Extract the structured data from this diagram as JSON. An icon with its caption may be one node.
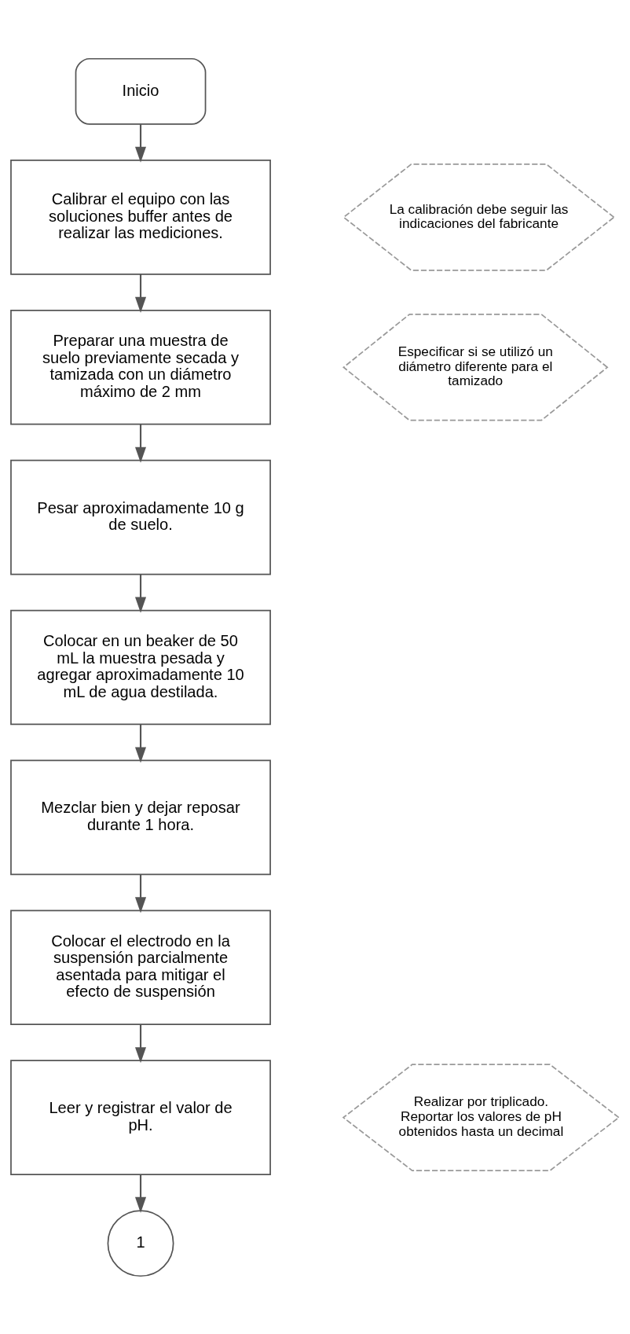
{
  "diagram": {
    "nodes": [
      {
        "text": [
          "Inicio"
        ]
      },
      {
        "text": [
          "Calibrar el equipo con las soluciones buffer antes de realizar las mediciones."
        ]
      },
      {
        "text": [
          "La calibración debe seguir las indicaciones del fabricante"
        ]
      },
      {
        "text": [
          "Preparar una muestra de suelo previamente secada y tamizada con un diámetro máximo de 2 mm"
        ]
      },
      {
        "text": [
          "Especificar si se utilizó un diámetro diferente para el tamizado"
        ]
      },
      {
        "text": [
          "Pesar aproximadamente 10 g de suelo."
        ]
      },
      {
        "text": [
          "Colocar en un beaker de 50 mL la muestra pesada y agregar aproximadamente 10 mL de agua destilada."
        ]
      },
      {
        "text": [
          "Mezclar bien y dejar reposar durante 1 hora."
        ]
      },
      {
        "text": [
          "Colocar el electrodo en la suspensión parcialmente asentada para mitigar el efecto de suspensión"
        ]
      },
      {
        "text": [
          "Leer y registrar el valor de pH."
        ]
      },
      {
        "text": [
          "Realizar por triplicado. Reportar los valores de pH obtenidos hasta un decimal"
        ]
      },
      {
        "text": [
          "1"
        ]
      }
    ],
    "edges": [
      {
        "from": 0,
        "to": 1,
        "arrow": "to"
      },
      {
        "from": 1,
        "to": 3,
        "arrow": "to"
      },
      {
        "from": 3,
        "to": 5,
        "arrow": "to"
      },
      {
        "from": 5,
        "to": 6,
        "arrow": "to"
      },
      {
        "from": 6,
        "to": 7,
        "arrow": "to"
      },
      {
        "from": 7,
        "to": 8,
        "arrow": "to"
      },
      {
        "from": 8,
        "to": 9,
        "arrow": "to"
      },
      {
        "from": 9,
        "to": 11,
        "arrow": "to"
      }
    ]
  }
}
